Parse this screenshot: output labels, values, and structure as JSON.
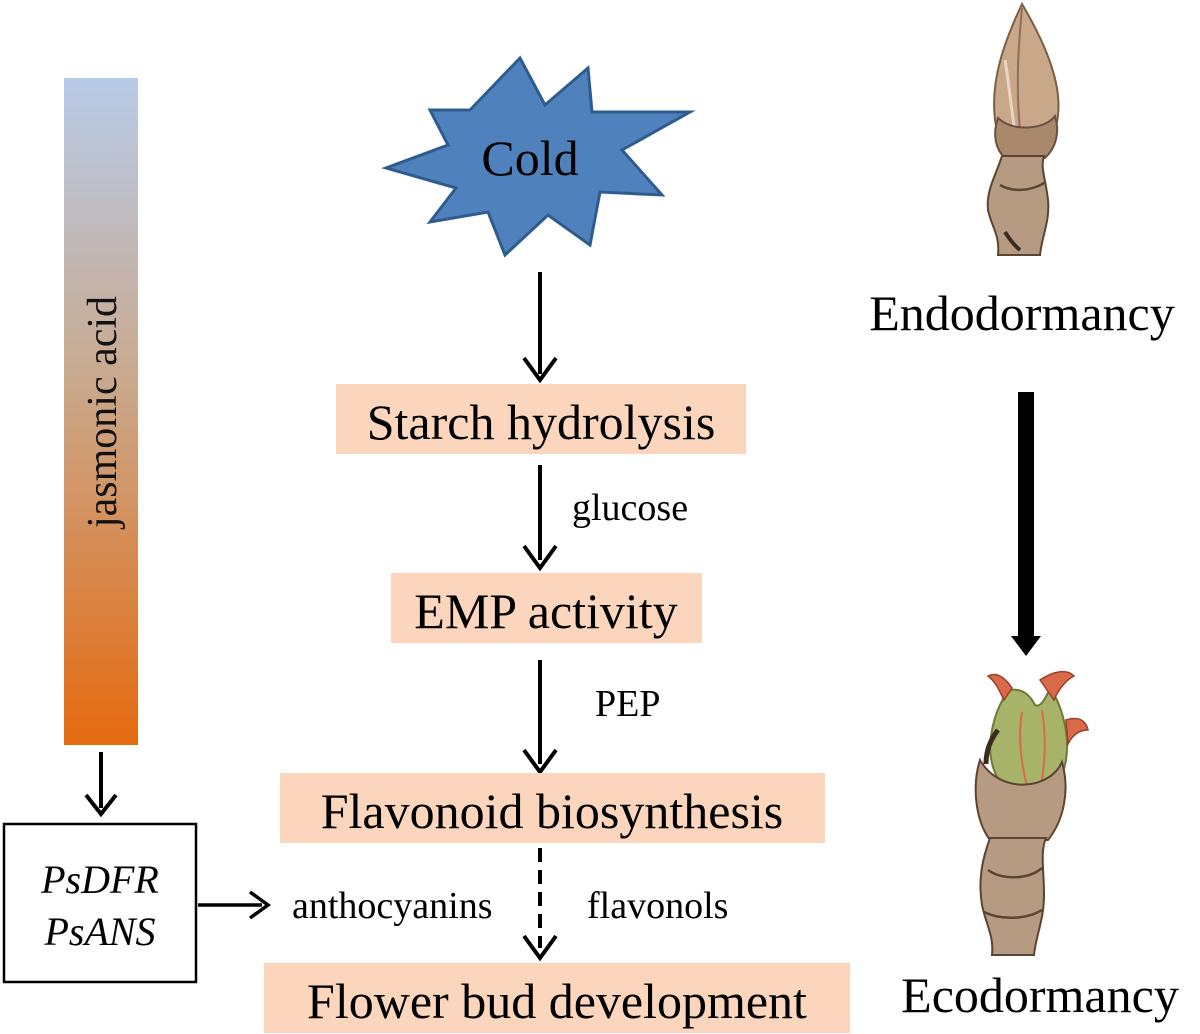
{
  "diagram": {
    "left": {
      "hormone_label": "jasmonic acid",
      "genes": [
        "PsDFR",
        "PsANS"
      ]
    },
    "center": {
      "stimulus": "Cold",
      "steps": [
        "Starch hydrolysis",
        "EMP activity",
        "Flavonoid biosynthesis",
        "Flower bud development"
      ],
      "intermediates": {
        "glucose": "glucose",
        "pep": "PEP",
        "anthocyanins": "anthocyanins",
        "flavonols": "flavonols"
      }
    },
    "right": {
      "stage_top": "Endodormancy",
      "stage_bottom": "Ecodormancy"
    }
  },
  "colors": {
    "step_box": "#fbd5bc",
    "star_fill": "#4f81bd",
    "star_stroke": "#2f5c8f",
    "gradient_top": "#b8cbe8",
    "gradient_bottom": "#e56a10",
    "arrow": "#000000",
    "bud_bark": "#b79a82",
    "bud_dark": "#5a4534",
    "bud_green": "#a8b36a",
    "bud_red": "#d86a4a"
  }
}
